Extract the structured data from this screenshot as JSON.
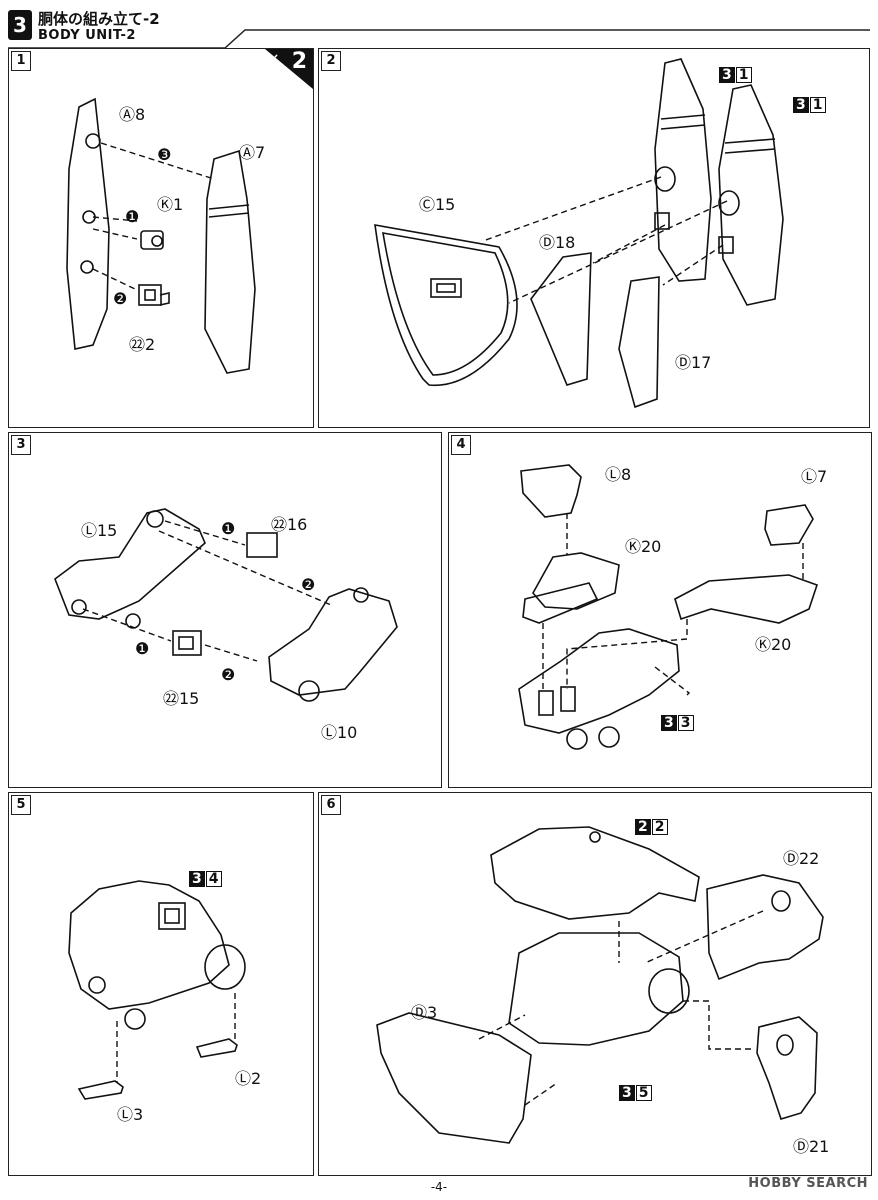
{
  "header": {
    "step_number": "3",
    "title": "胴体の組み立て-2",
    "subtitle": "BODY UNIT-2"
  },
  "panels": [
    {
      "num": "1",
      "multiplier": {
        "x": "×",
        "n": "2"
      },
      "labels": [
        "Ⓐ8",
        "Ⓐ7",
        "Ⓚ1",
        "㉒2"
      ],
      "steps": [
        "❸",
        "❶",
        "❷"
      ]
    },
    {
      "num": "2",
      "labels": [
        "Ⓒ15",
        "Ⓓ18",
        "Ⓓ17"
      ],
      "refs": [
        {
          "a": "3",
          "b": "1"
        },
        {
          "a": "3",
          "b": "1"
        }
      ]
    },
    {
      "num": "3",
      "labels": [
        "Ⓛ15",
        "㉒16",
        "㉒15",
        "Ⓛ10"
      ],
      "steps": [
        "❶",
        "❷",
        "❶",
        "❷"
      ]
    },
    {
      "num": "4",
      "labels": [
        "Ⓛ8",
        "Ⓛ7",
        "Ⓚ20",
        "Ⓚ20"
      ],
      "refs": [
        {
          "a": "3",
          "b": "3"
        }
      ]
    },
    {
      "num": "5",
      "labels": [
        "Ⓛ3",
        "Ⓛ2"
      ],
      "refs": [
        {
          "a": "3",
          "b": "4"
        }
      ]
    },
    {
      "num": "6",
      "labels": [
        "Ⓓ22",
        "Ⓓ3",
        "Ⓓ21"
      ],
      "refs": [
        {
          "a": "2",
          "b": "2"
        },
        {
          "a": "3",
          "b": "5"
        }
      ]
    }
  ],
  "footer": {
    "page": "-4-",
    "watermark": "HOBBY SEARCH"
  }
}
